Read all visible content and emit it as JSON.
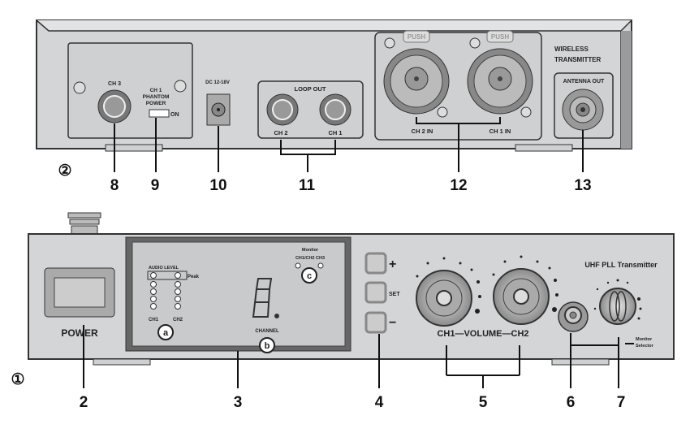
{
  "rear_panel": {
    "figure_marker": "②",
    "ch3_label": "CH 3",
    "phantom_label_1": "CH 1",
    "phantom_label_2": "PHANTOM",
    "phantom_label_3": "POWER",
    "phantom_on": "ON",
    "dc_label": "DC 12-18V",
    "loop_out_label": "LOOP OUT",
    "loop_ch2": "CH 2",
    "loop_ch1": "CH 1",
    "push_label": "PUSH",
    "ch2_in": "CH 2 IN",
    "ch1_in": "CH 1 IN",
    "brand_1": "WIRELESS",
    "brand_2": "TRANSMITTER",
    "antenna_label": "ANTENNA OUT",
    "callouts": [
      "8",
      "9",
      "10",
      "11",
      "12",
      "13"
    ]
  },
  "front_panel": {
    "figure_marker": "①",
    "power_label": "POWER",
    "audio_level": "AUDIO LEVEL",
    "peak": "Peak",
    "ch1": "CH1",
    "ch2": "CH2",
    "channel": "CHANNEL",
    "monitor": "Monitor",
    "monitor_options": "CH1/CH2  CH3",
    "markers": [
      "a",
      "b",
      "c"
    ],
    "btn_plus": "+",
    "btn_set": "SET",
    "btn_minus": "−",
    "volume_label": "CH1—VOLUME—CH2",
    "model": "UHF PLL Transmitter",
    "selector_1": "Monitor",
    "selector_2": "Selector",
    "callouts": [
      "2",
      "3",
      "4",
      "5",
      "6",
      "7"
    ]
  }
}
